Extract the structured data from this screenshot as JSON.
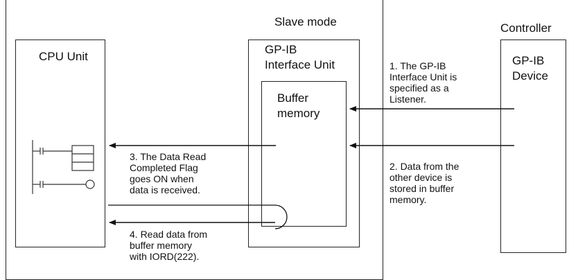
{
  "labels": {
    "slave_mode": "Slave mode",
    "controller": "Controller",
    "cpu_unit": "CPU Unit",
    "interface_unit": "GP-IB\nInterface Unit",
    "buffer_memory": "Buffer\nmemory",
    "gpib_device": "GP-IB\nDevice"
  },
  "steps": [
    {
      "text": "1. The GP-IB\n    Interface Unit is\n    specified as a\n    Listener."
    },
    {
      "text": "2. Data from the\n    other device is\n    stored in buffer\n    memory."
    },
    {
      "text": "3. The Data Read\n    Completed Flag\n    goes ON when\n    data is received."
    },
    {
      "text": "4. Read data from\n    buffer memory\n    with IORD(222)."
    }
  ],
  "icons": [
    "ladder-contact-icon",
    "ladder-register-icon",
    "ladder-coil-icon",
    "arrow-left-icon"
  ]
}
